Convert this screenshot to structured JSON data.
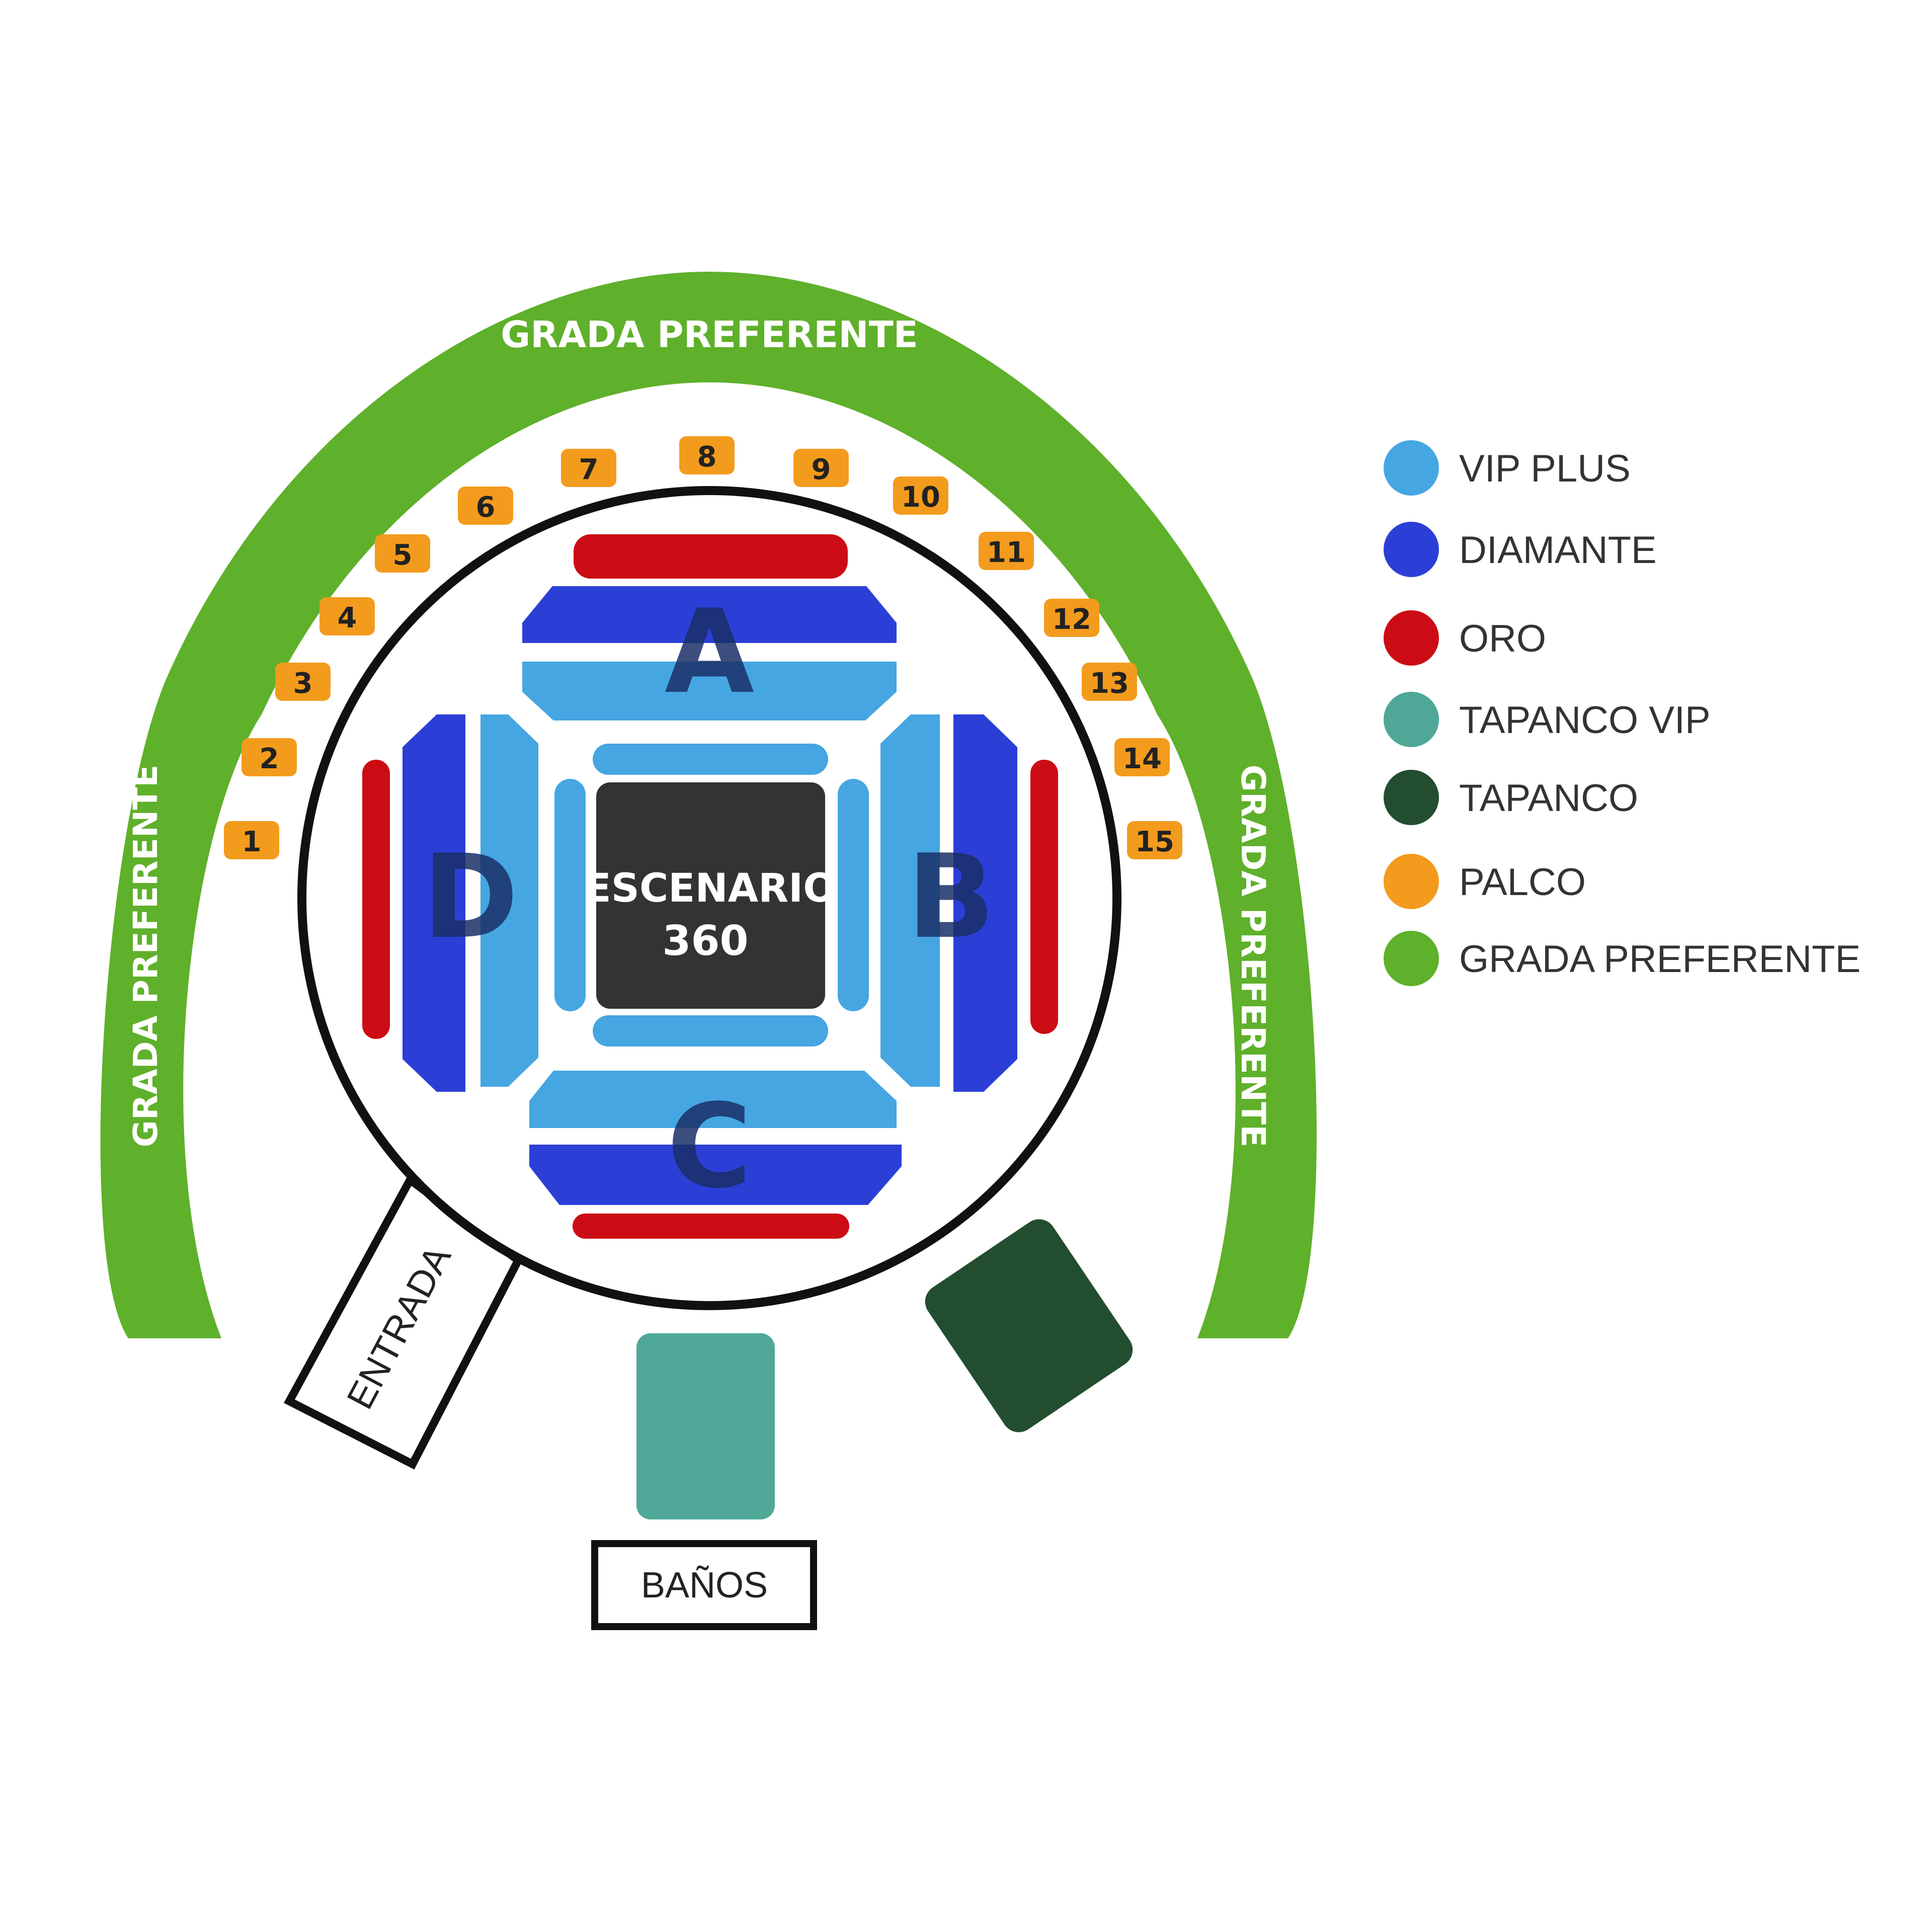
{
  "colors": {
    "vip_plus": "#45a6e1",
    "diamante": "#2b3fd6",
    "oro": "#cc0c14",
    "tapanco_vip": "#4fa897",
    "tapanco": "#234d2f",
    "palco": "#f39b1d",
    "grada": "#5fb02a",
    "stage": "#333333",
    "section_letter": "#1a2f66",
    "outline": "#111111"
  },
  "grada": {
    "top_label": "GRADA PREFERENTE",
    "left_label": "GRADA PREFERENTE",
    "right_label": "GRADA PREFERENTE"
  },
  "palcos": [
    "1",
    "2",
    "3",
    "4",
    "5",
    "6",
    "7",
    "8",
    "9",
    "10",
    "11",
    "12",
    "13",
    "14",
    "15"
  ],
  "sections": {
    "a": "A",
    "b": "B",
    "c": "C",
    "d": "D"
  },
  "stage": {
    "line1": "ESCENARIO",
    "line2": "360"
  },
  "entrance": "ENTRADA",
  "restrooms": "BAÑOS",
  "legend": [
    {
      "label": "VIP PLUS",
      "color": "#45a6e1"
    },
    {
      "label": "DIAMANTE",
      "color": "#2b3fd6"
    },
    {
      "label": "ORO",
      "color": "#cc0c14"
    },
    {
      "label": "TAPANCO VIP",
      "color": "#4fa897"
    },
    {
      "label": "TAPANCO",
      "color": "#234d2f"
    },
    {
      "label": "PALCO",
      "color": "#f39b1d"
    },
    {
      "label": "GRADA PREFERENTE",
      "color": "#5fb02a"
    }
  ]
}
